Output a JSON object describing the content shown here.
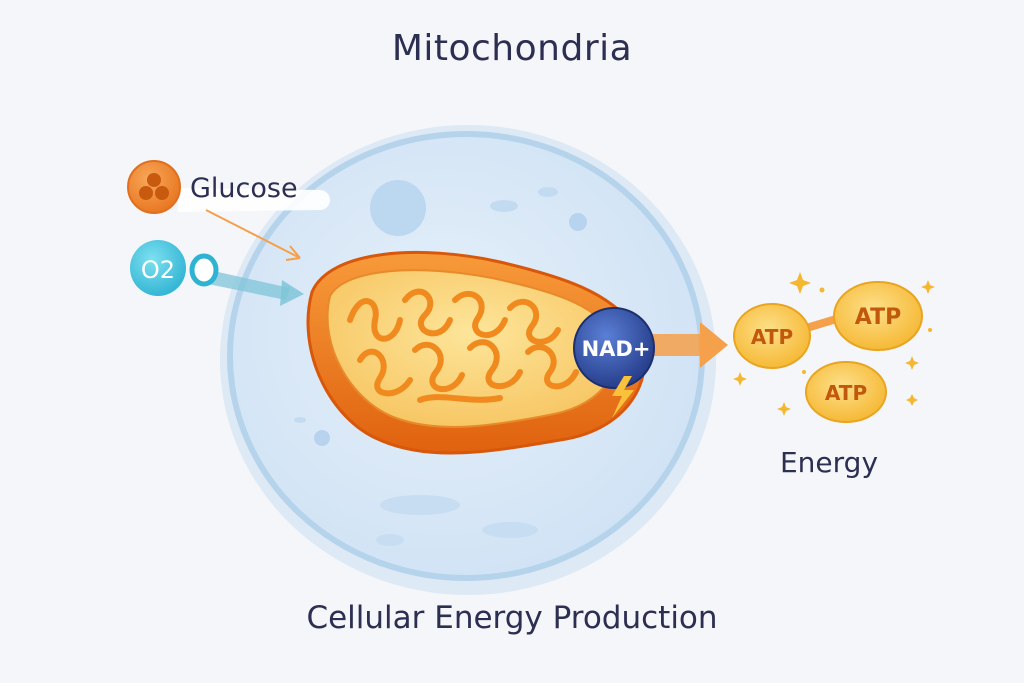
{
  "title": "Mitochondria",
  "subtitle": "Cellular Energy Production",
  "inputs": {
    "glucose_label": "Glucose",
    "oxygen_label": "O2"
  },
  "carrier": {
    "label": "NAD+"
  },
  "outputs": {
    "atp_labels": [
      "ATP",
      "ATP",
      "ATP"
    ],
    "energy_label": "Energy"
  },
  "colors": {
    "title": "#2c2f52",
    "cell_fill": "#d8e8f6",
    "cell_border": "#b9d6ee",
    "mitochondrion": "#f07a1a",
    "matrix": "#f9d77c",
    "nad": "#2f4fa2",
    "atp": "#f9c74a",
    "oxygen": "#46c6e0",
    "arrow": "#f5a04a"
  }
}
